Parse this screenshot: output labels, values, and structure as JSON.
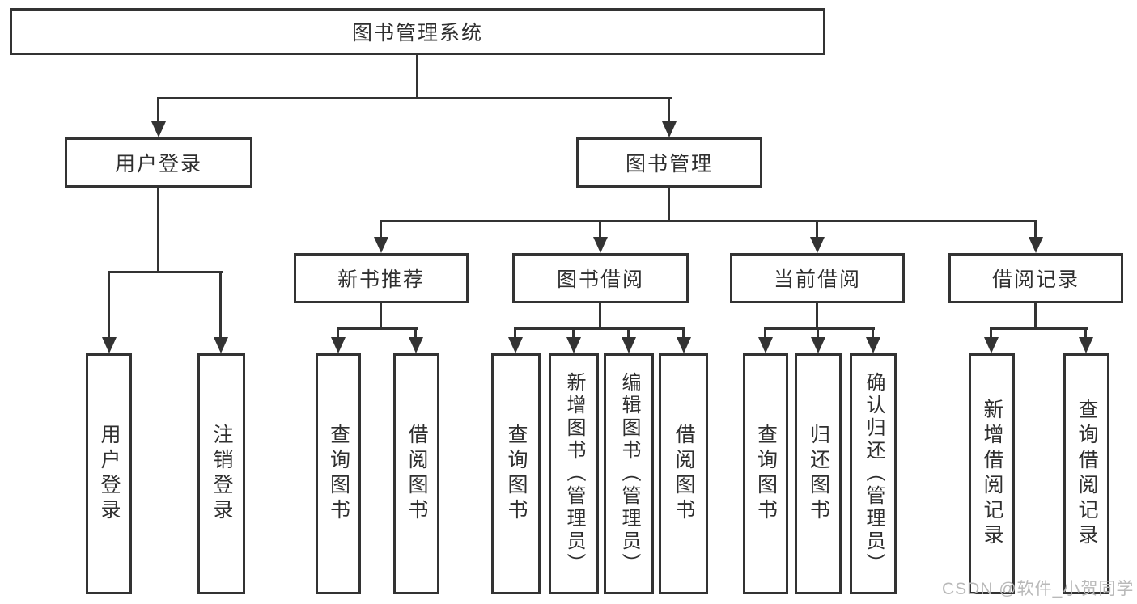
{
  "nodes": {
    "root": {
      "label": "图书管理系统"
    },
    "user_login": {
      "label": "用户登录"
    },
    "book_mgmt": {
      "label": "图书管理"
    },
    "new_book_rec": {
      "label": "新书推荐"
    },
    "book_borrow": {
      "label": "图书借阅"
    },
    "current_borrow": {
      "label": "当前借阅"
    },
    "borrow_records": {
      "label": "借阅记录"
    },
    "leaves": {
      "user_login": "用户登录",
      "logout": "注销登录",
      "nb_query": "查询图书",
      "nb_borrow": "借阅图书",
      "bb_query": "查询图书",
      "bb_add_admin": "新增图书（管理员）",
      "bb_edit_admin": "编辑图书（管理员）",
      "bb_borrow": "借阅图书",
      "cb_query": "查询图书",
      "cb_return": "归还图书",
      "cb_confirm_admin": "确认归还（管理员）",
      "br_add": "新增借阅记录",
      "br_query": "查询借阅记录"
    }
  },
  "watermark": {
    "text": "CSDN @软件_小贺同学"
  },
  "colors": {
    "line": "#333333",
    "text": "#2f2f2f",
    "watermark": "#b9b9b9",
    "background": "#ffffff"
  }
}
